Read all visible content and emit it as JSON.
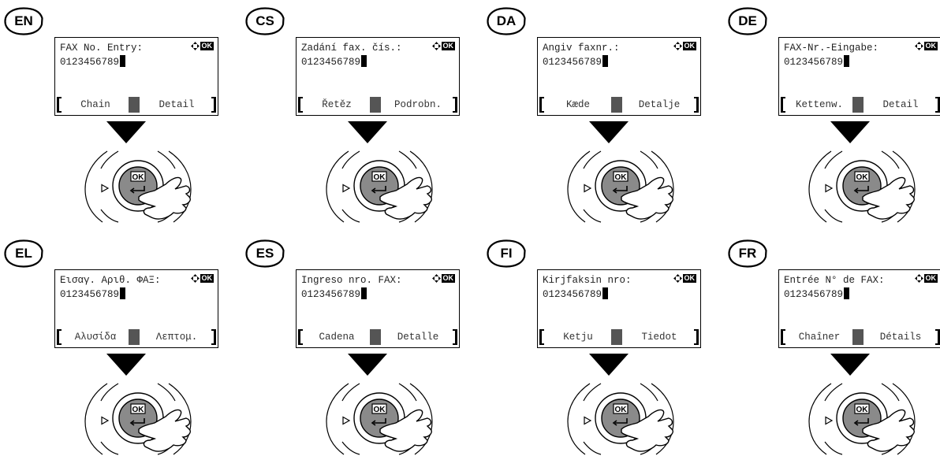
{
  "panels": [
    {
      "lang": "EN",
      "title": "FAX No. Entry:",
      "number": "0123456789",
      "left_key": "Chain",
      "right_key": "Detail"
    },
    {
      "lang": "CS",
      "title": "Zadání fax. čís.:",
      "number": "0123456789",
      "left_key": "Řetěz",
      "right_key": "Podrobn."
    },
    {
      "lang": "DA",
      "title": "Angiv faxnr.:",
      "number": "0123456789",
      "left_key": "Kæde",
      "right_key": "Detalje"
    },
    {
      "lang": "DE",
      "title": "FAX-Nr.-Eingabe:",
      "number": "0123456789",
      "left_key": "Kettenw.",
      "right_key": "Detail"
    },
    {
      "lang": "EL",
      "title": "Εισαγ. Αριθ. ΦΑΞ:",
      "number": "0123456789",
      "left_key": "Αλυσίδα",
      "right_key": "Λεπτομ."
    },
    {
      "lang": "ES",
      "title": "Ingreso nro. FAX:",
      "number": "0123456789",
      "left_key": "Cadena",
      "right_key": "Detalle"
    },
    {
      "lang": "FI",
      "title": "Kirjfaksin nro:",
      "number": "0123456789",
      "left_key": "Ketju",
      "right_key": "Tiedot"
    },
    {
      "lang": "FR",
      "title": "Entrée N° de FAX:",
      "number": "0123456789",
      "left_key": "Chaîner",
      "right_key": "Détails"
    }
  ],
  "ok_label": "OK",
  "icons": {
    "nav": "four-way-arrows-icon",
    "ok": "ok-key-icon",
    "pointer": "pointing-hand-icon",
    "down": "down-arrow-icon",
    "back": "left-triangle-icon",
    "enter": "enter-icon"
  }
}
